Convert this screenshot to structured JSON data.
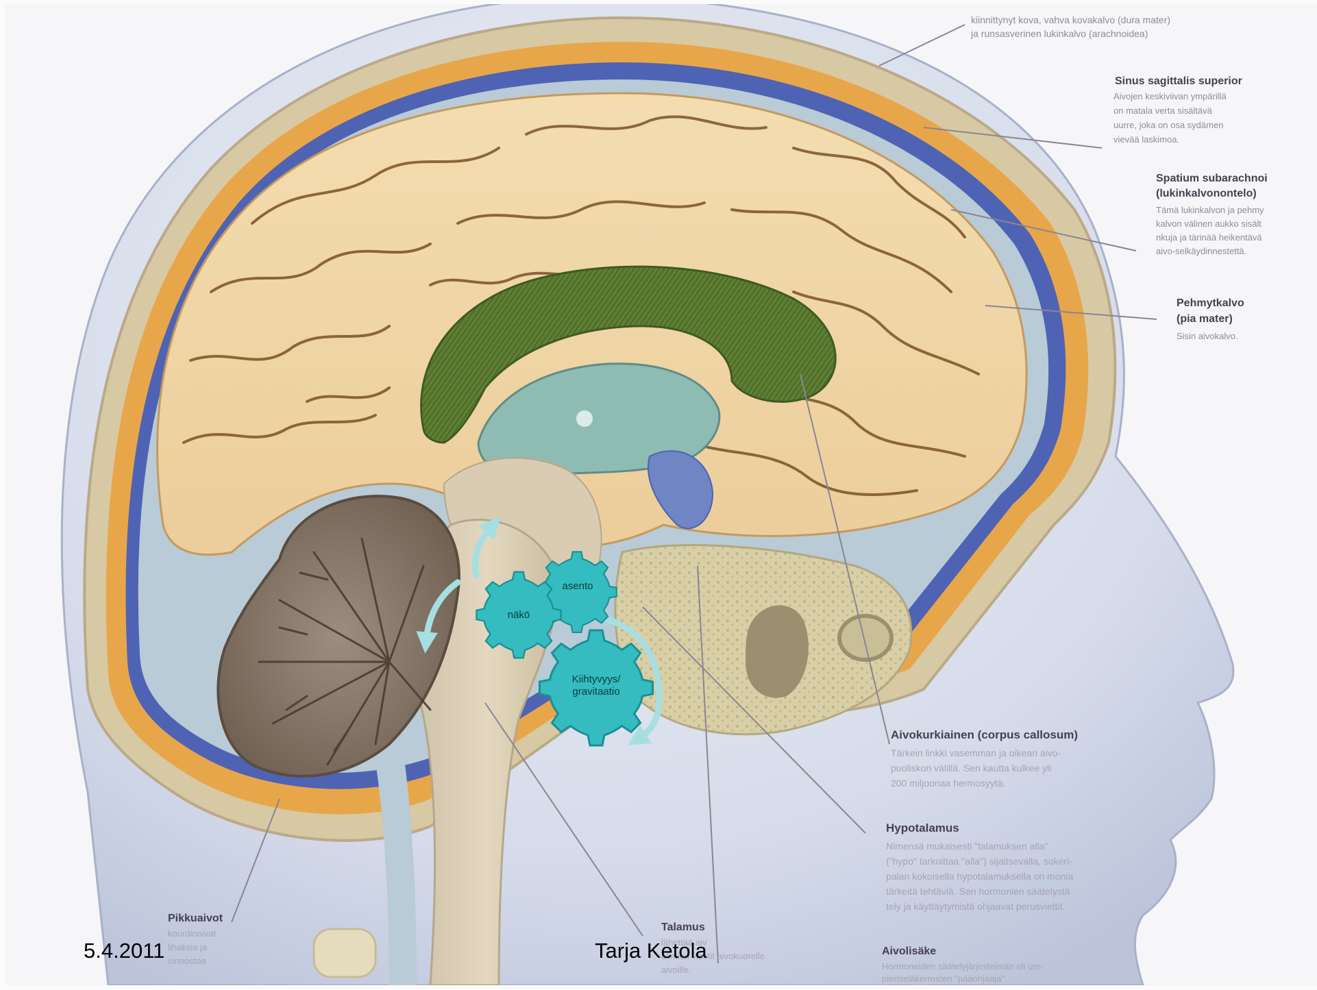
{
  "labels": {
    "meninges_1": "kiinnittynyt kova, vahva kovakalvo (dura mater)",
    "meninges_2": "ja runsasverinen lukinkalvo (arachnoidea)",
    "sinus_title": "Sinus sagittalis superior",
    "sinus_1": "Aivojen keskiviivan ympärillä",
    "sinus_2": "on matala verta sisältävä",
    "sinus_3": "uurre, joka on osa sydämen",
    "sinus_4": "vievää laskimoa.",
    "spatium_title_1": "Spatium subarachnoi",
    "spatium_title_2": "(lukinkalvononte­lo)",
    "spatium_1": "Tämä lukinkalvon ja pehmy",
    "spatium_2": "kalvon välinen aukko sisält",
    "spatium_3": "nkuja ja tärinää heikentävä",
    "spatium_4": "aivo-selkäydinnestettä.",
    "pia_title_1": "Pehmytkalvo",
    "pia_title_2": "(pia mater)",
    "pia_1": "Sisin aivokalvo.",
    "cc_title": "Aivokurkiainen (corpus callosum)",
    "cc_1": "Tärkein linkki vasemman ja oikean aivo-",
    "cc_2": "puoliskon välillä. Sen kautta kulkee yli",
    "cc_3": "200 miljoonaa hermosyytä.",
    "hypo_title": "Hypotalamus",
    "hypo_1": "Nimensä mukaisesti \"talamuksen alla\"",
    "hypo_2": "(\"hypo\" tarkoittaa \"alla\") sijaitsevalla, sokeri-",
    "hypo_3": "palan kokoisella hypotalamuksella on monia",
    "hypo_4": "tärkeitä tehtäviä. Sen hormonien säätelystä",
    "hypo_5": "tely ja käyttäytymistä ohjaavat perusviettit.",
    "pikku_title": "Pikkuaivot",
    "pikku_1": "koordinoivat",
    "pikku_2": "lihaksia ja",
    "pikku_3": "sinnostoa",
    "talamus_title": "Talamus",
    "talamus_1": "lähettää aiv",
    "talamus_2": "elimien viestit aivokuorelle",
    "talamus_3": "aivoille.",
    "aivolisake_title": "Aivolisäke",
    "aivolisake_1": "Hormoneiden säätelyjärjestelmän eli um-",
    "aivolisake_2": "pieriseläkerrosten \"pääohjaaja\""
  },
  "gears": {
    "asento": "asento",
    "nako": "näkö",
    "gravity_line1": "Kiihtyvyys/",
    "gravity_line2": "gravitaatio"
  },
  "footer": {
    "date": "5.4.2011",
    "author": "Tarja Ketola"
  },
  "colors": {
    "gear_fill": "#34bcc0",
    "gear_stroke": "#1b8f93",
    "arrow": "#a6dfe1",
    "cortex": "#efd6a6",
    "corpus_callosum": "#5f7f34",
    "ventricle": "#8fbcb2",
    "dura_blue": "#4e63b3",
    "skin": "#d5dbea"
  }
}
